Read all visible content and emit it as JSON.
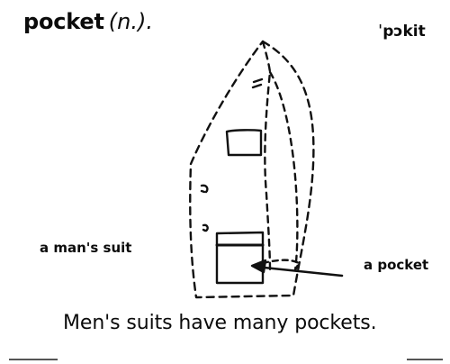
{
  "entry": {
    "headword": "pocket",
    "part_of_speech": "(n.).",
    "pronunciation": "ˈpɔkit"
  },
  "illustration": {
    "suit_label": "a man's suit",
    "pocket_label": "a pocket"
  },
  "example_sentence": "Men's suits have many pockets."
}
